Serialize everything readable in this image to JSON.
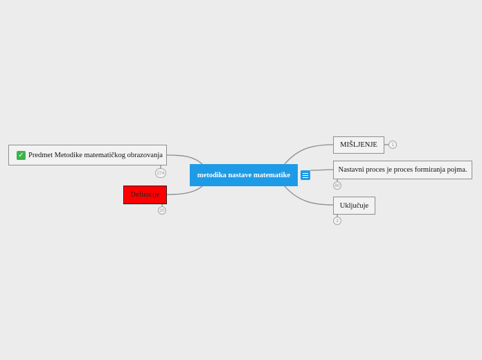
{
  "mindmap": {
    "central": "metodika nastave matematike",
    "left": [
      {
        "label": "Predmet Metodike matematičkog obrazovanja",
        "icon": "checkmark-icon",
        "count": "274"
      },
      {
        "label": "Definicije",
        "count": "20",
        "color": "#ff0000"
      }
    ],
    "right": [
      {
        "label": "MIŠLJENJE",
        "count": "1"
      },
      {
        "label": "Nastavni proces je proces formiranja pojma.",
        "count": "80"
      },
      {
        "label": "Uključuje",
        "count": "2"
      }
    ]
  },
  "colors": {
    "central": "#1e9be6",
    "background": "#ececec",
    "connector": "#8a8a8a"
  }
}
